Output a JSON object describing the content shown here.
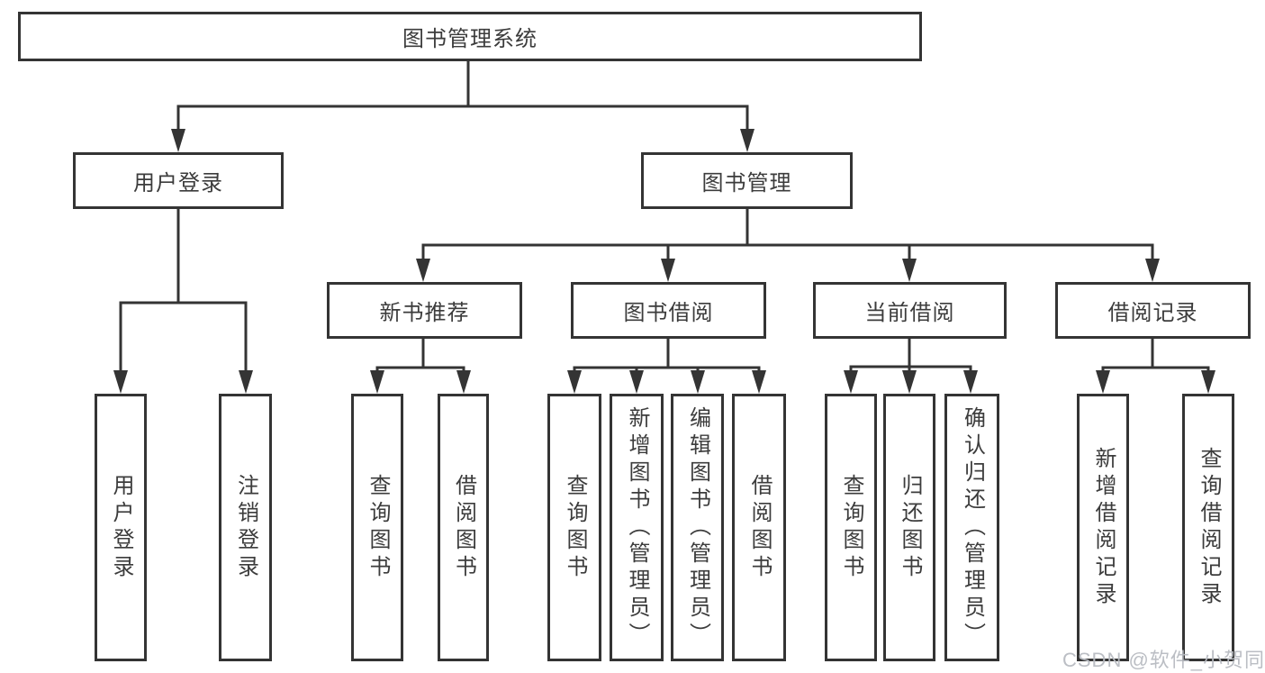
{
  "tree": {
    "label": "图书管理系统",
    "children": [
      {
        "label": "用户登录",
        "children": [
          {
            "label": "用户登录"
          },
          {
            "label": "注销登录"
          }
        ]
      },
      {
        "label": "图书管理",
        "children": [
          {
            "label": "新书推荐",
            "children": [
              {
                "label": "查询图书"
              },
              {
                "label": "借阅图书"
              }
            ]
          },
          {
            "label": "图书借阅",
            "children": [
              {
                "label": "查询图书"
              },
              {
                "label": "新增图书（管理员）"
              },
              {
                "label": "编辑图书（管理员）"
              },
              {
                "label": "借阅图书"
              }
            ]
          },
          {
            "label": "当前借阅",
            "children": [
              {
                "label": "查询图书"
              },
              {
                "label": "归还图书"
              },
              {
                "label": "确认归还（管理员）"
              }
            ]
          },
          {
            "label": "借阅记录",
            "children": [
              {
                "label": "新增借阅记录"
              },
              {
                "label": "查询借阅记录"
              }
            ]
          }
        ]
      }
    ]
  },
  "watermark": {
    "text": "CSDN @软件_小贺同学"
  },
  "colors": {
    "line": "#343434",
    "box_border": "#343434",
    "text": "#3c3c3c",
    "watermark": "#b7bac1",
    "background": "#ffffff"
  }
}
